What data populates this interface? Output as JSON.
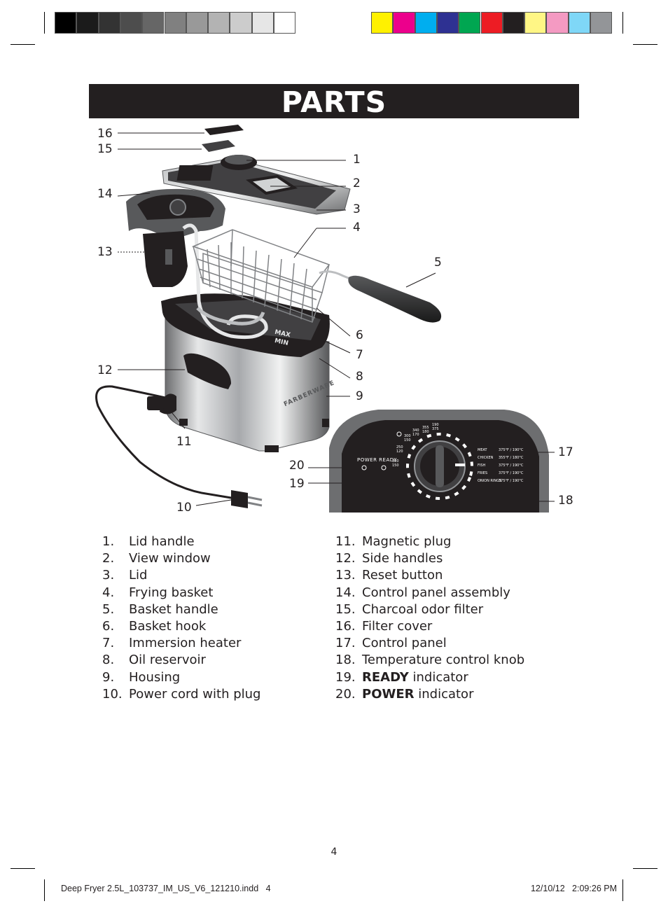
{
  "title": "PARTS",
  "colors": {
    "grayscale": [
      "#000000",
      "#1b1b1b",
      "#333333",
      "#4d4d4d",
      "#666666",
      "#808080",
      "#999999",
      "#b3b3b3",
      "#cccccc",
      "#e6e6e6",
      "#ffffff"
    ],
    "process": [
      "#fff100",
      "#ec008c",
      "#00aeef",
      "#2e3192",
      "#00a651",
      "#ed1c24",
      "#231f20",
      "#fff685",
      "#f49ac2",
      "#7fd7f7",
      "#939598"
    ]
  },
  "callouts": [
    "1",
    "2",
    "3",
    "4",
    "5",
    "6",
    "7",
    "8",
    "9",
    "10",
    "11",
    "12",
    "13",
    "14",
    "15",
    "16",
    "17",
    "18",
    "19",
    "20"
  ],
  "panel": {
    "power_ready": "POWER READY",
    "temps": [
      "190",
      "375",
      "355",
      "180",
      "340",
      "170",
      "300",
      "150",
      "250",
      "120",
      "300",
      "150"
    ],
    "chart": [
      {
        "food": "MEAT",
        "temp": "375°F / 190°C"
      },
      {
        "food": "CHICKEN",
        "temp": "355°F / 180°C"
      },
      {
        "food": "FISH",
        "temp": "375°F / 190°C"
      },
      {
        "food": "FRIES",
        "temp": "375°F / 190°C"
      },
      {
        "food": "ONION RINGS",
        "temp": "375°F / 190°C"
      }
    ]
  },
  "fryer_marks": {
    "max": "MAX",
    "min": "MIN",
    "brand": "FARBERWARE"
  },
  "parts_left": [
    {
      "num": "1.",
      "name": "Lid handle"
    },
    {
      "num": "2.",
      "name": "View window"
    },
    {
      "num": "3.",
      "name": "Lid"
    },
    {
      "num": "4.",
      "name": "Frying basket"
    },
    {
      "num": "5.",
      "name": "Basket handle"
    },
    {
      "num": "6.",
      "name": "Basket hook"
    },
    {
      "num": "7.",
      "name": "Immersion heater"
    },
    {
      "num": "8.",
      "name": "Oil reservoir"
    },
    {
      "num": "9.",
      "name": "Housing"
    },
    {
      "num": "10.",
      "name": "Power cord with plug"
    }
  ],
  "parts_right": [
    {
      "num": "11.",
      "name": "Magnetic plug"
    },
    {
      "num": "12.",
      "name": "Side handles"
    },
    {
      "num": "13.",
      "name": "Reset button"
    },
    {
      "num": "14.",
      "name": "Control panel assembly"
    },
    {
      "num": "15.",
      "name": "Charcoal odor filter"
    },
    {
      "num": "16.",
      "name": "Filter cover"
    },
    {
      "num": "17.",
      "name": "Control panel"
    },
    {
      "num": "18.",
      "name": "Temperature control knob"
    },
    {
      "num": "19.",
      "bold": "READY",
      "name": " indicator"
    },
    {
      "num": "20.",
      "bold": "POWER",
      "name": " indicator"
    }
  ],
  "page_number": "4",
  "footer": {
    "file": "Deep Fryer 2.5L_103737_IM_US_V6_121210.indd   4",
    "timestamp": "12/10/12   2:09:26 PM"
  }
}
